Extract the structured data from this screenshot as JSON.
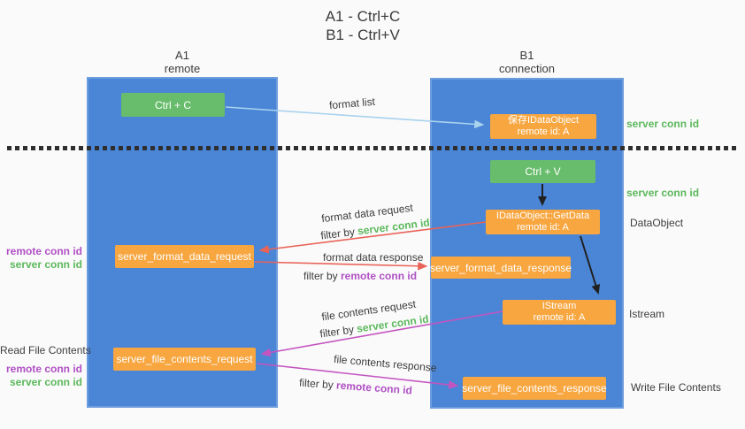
{
  "title": {
    "line1": "A1 - Ctrl+C",
    "line2": "B1 - Ctrl+V"
  },
  "columns": {
    "a": {
      "name": "A1",
      "type": "remote"
    },
    "b": {
      "name": "B1",
      "type": "connection"
    }
  },
  "nodes": {
    "ctrl_c": {
      "label": "Ctrl + C"
    },
    "save_idataobject": {
      "line1": "保存IDataObject",
      "line2": "remote id: A"
    },
    "ctrl_v": {
      "label": "Ctrl + V"
    },
    "getdata": {
      "line1": "IDataObject::GetData",
      "line2": "remote id: A"
    },
    "format_request": {
      "label": "server_format_data_request"
    },
    "format_response": {
      "label": "server_format_data_response"
    },
    "istream": {
      "line1": "IStream",
      "line2": "remote id: A"
    },
    "file_request": {
      "label": "server_file_contents_request"
    },
    "file_response": {
      "label": "server_file_contents_response"
    }
  },
  "edges": {
    "format_list": {
      "label": "format list"
    },
    "format_data_request": {
      "label": "format data request",
      "filter_prefix": "filter by ",
      "filter_key": "server conn id"
    },
    "format_data_response": {
      "label": "format data response",
      "filter_prefix": "filter by ",
      "filter_key": "remote conn id"
    },
    "file_contents_request": {
      "label": "file contents request",
      "filter_prefix": "filter by ",
      "filter_key": "server conn id"
    },
    "file_contents_response": {
      "label": "file contents response",
      "filter_prefix": "filter by ",
      "filter_key": "remote conn id"
    }
  },
  "annotations": {
    "right": {
      "server_conn_id_top": "server conn id",
      "server_conn_id_mid": "server conn id",
      "dataobject": "DataObject",
      "istream": "Istream",
      "write_file_contents": "Write File Contents"
    },
    "left": {
      "format_remote_conn_id": "remote conn id",
      "format_server_conn_id": "server conn id",
      "read_file_contents": "Read File Contents",
      "file_remote_conn_id": "remote conn id",
      "file_server_conn_id": "server conn id"
    }
  },
  "colors": {
    "column_fill": "#4a85d6",
    "node_orange": "#f7a640",
    "node_green": "#68bd6c",
    "arrow_blue": "#a9d2ee",
    "arrow_red": "#e96358",
    "arrow_magenta": "#c455c0",
    "arrow_black": "#212121",
    "text_green": "#5cb85c",
    "text_purple": "#b050c4",
    "text_gray": "#3d3d3d"
  }
}
